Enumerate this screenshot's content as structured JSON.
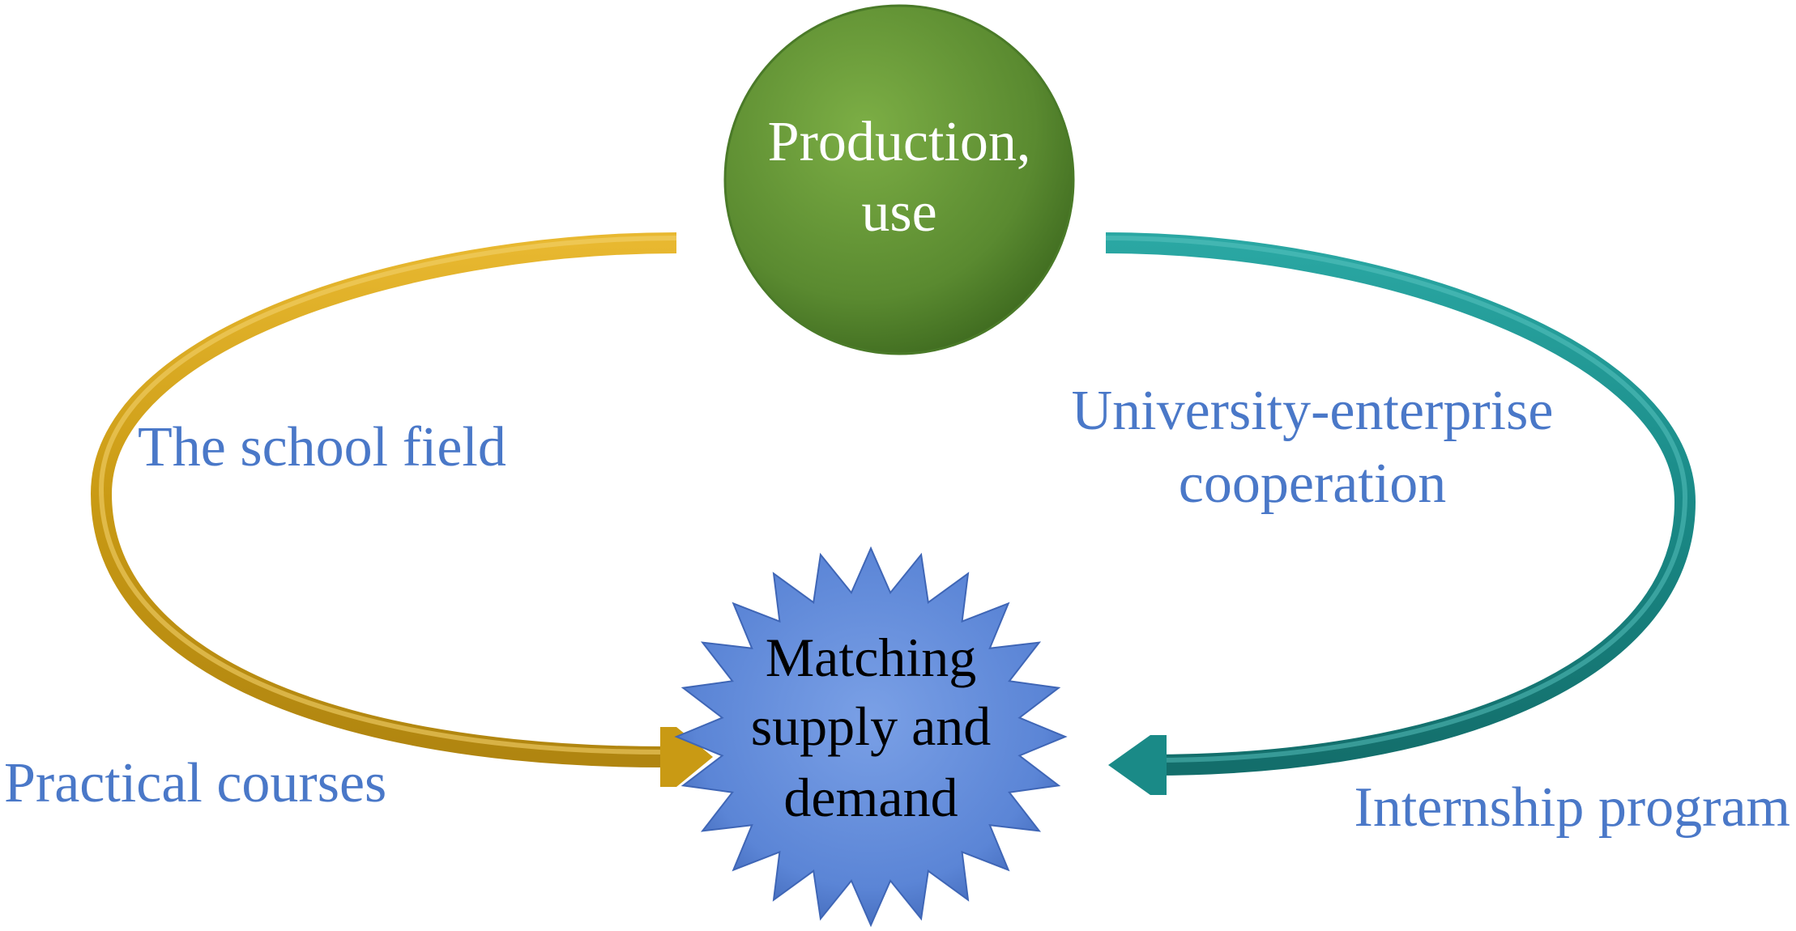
{
  "nodes": {
    "top": {
      "lines": [
        "Production,",
        "use"
      ]
    },
    "center": {
      "lines": [
        "Matching",
        "supply and",
        "demand"
      ]
    }
  },
  "labels": {
    "school_field": "The school field",
    "practical_courses": "Practical courses",
    "cooperation": [
      "University-enterprise",
      "cooperation"
    ],
    "internship": "Internship program"
  },
  "colors": {
    "circle": "#5a8a30",
    "circle_text": "#ffffff",
    "star": "#5b85d6",
    "star_text": "#000000",
    "left_arrow": "#d4a419",
    "right_arrow": "#1f8f8c",
    "label_text": "#4a78c8"
  }
}
